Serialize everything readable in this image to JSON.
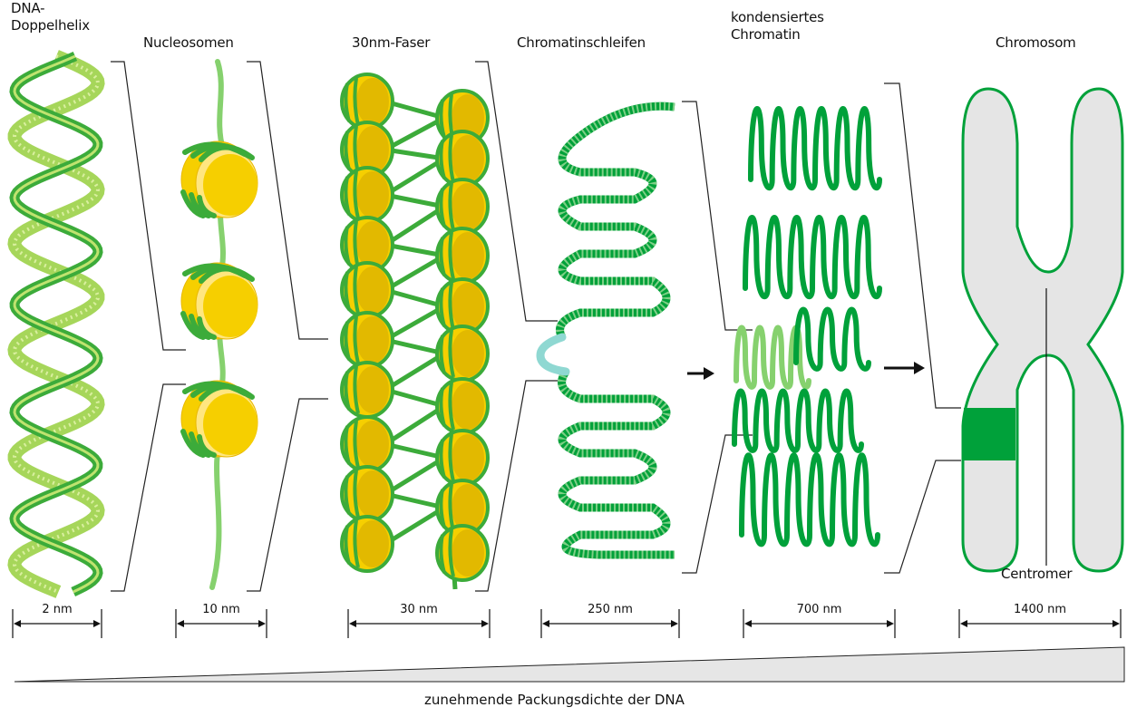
{
  "stages": [
    {
      "id": "dna",
      "title_lines": [
        "DNA-",
        "Doppelhelix"
      ],
      "scale": "2 nm"
    },
    {
      "id": "nucleosomes",
      "title_lines": [
        "Nucleosomen"
      ],
      "scale": "10 nm"
    },
    {
      "id": "fiber30",
      "title_lines": [
        "30nm-Faser"
      ],
      "scale": "30 nm"
    },
    {
      "id": "loops",
      "title_lines": [
        "Chromatinschleifen"
      ],
      "scale": "250 nm"
    },
    {
      "id": "condensed",
      "title_lines": [
        "kondensiertes",
        "Chromatin"
      ],
      "scale": "700 nm"
    },
    {
      "id": "chromosome",
      "title_lines": [
        "Chromosom"
      ],
      "scale": "1400 nm"
    }
  ],
  "centromere_label": "Centromer",
  "bottom_label": "zunehmende Packungsdichte der DNA",
  "colors": {
    "green_dark": "#00a13a",
    "green_mid": "#3cab3a",
    "green_light": "#a6d65a",
    "green_pale": "#86d16e",
    "yellow": "#f6cf00",
    "yellow_light": "#ffe680",
    "cyan": "#8fd8d2",
    "chromosome_fill": "#e5e5e5",
    "wedge_fill": "#e6e6e6"
  }
}
